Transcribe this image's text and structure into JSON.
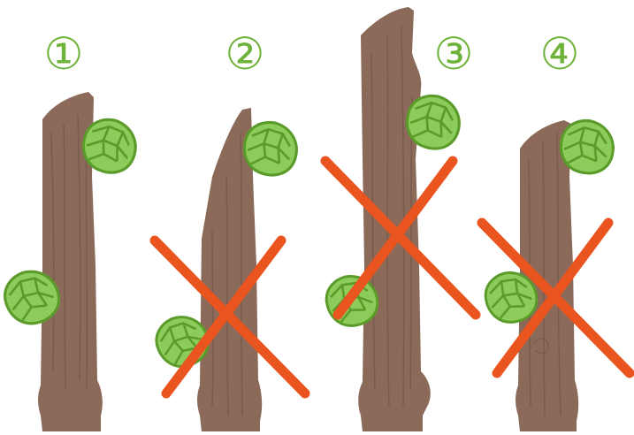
{
  "panels": [
    {
      "number": "①",
      "crossed": false
    },
    {
      "number": "②",
      "crossed": true
    },
    {
      "number": "③",
      "crossed": true
    },
    {
      "number": "④",
      "crossed": true
    }
  ],
  "colors": {
    "number": "#6fb23a",
    "bark": "#8b6a5a",
    "bark_shade": "#7a5a4a",
    "bark_grain": "#6e5144",
    "bud_fill": "#8ccc5a",
    "bud_outline": "#5a9b2a",
    "cross": "#e9541f"
  }
}
